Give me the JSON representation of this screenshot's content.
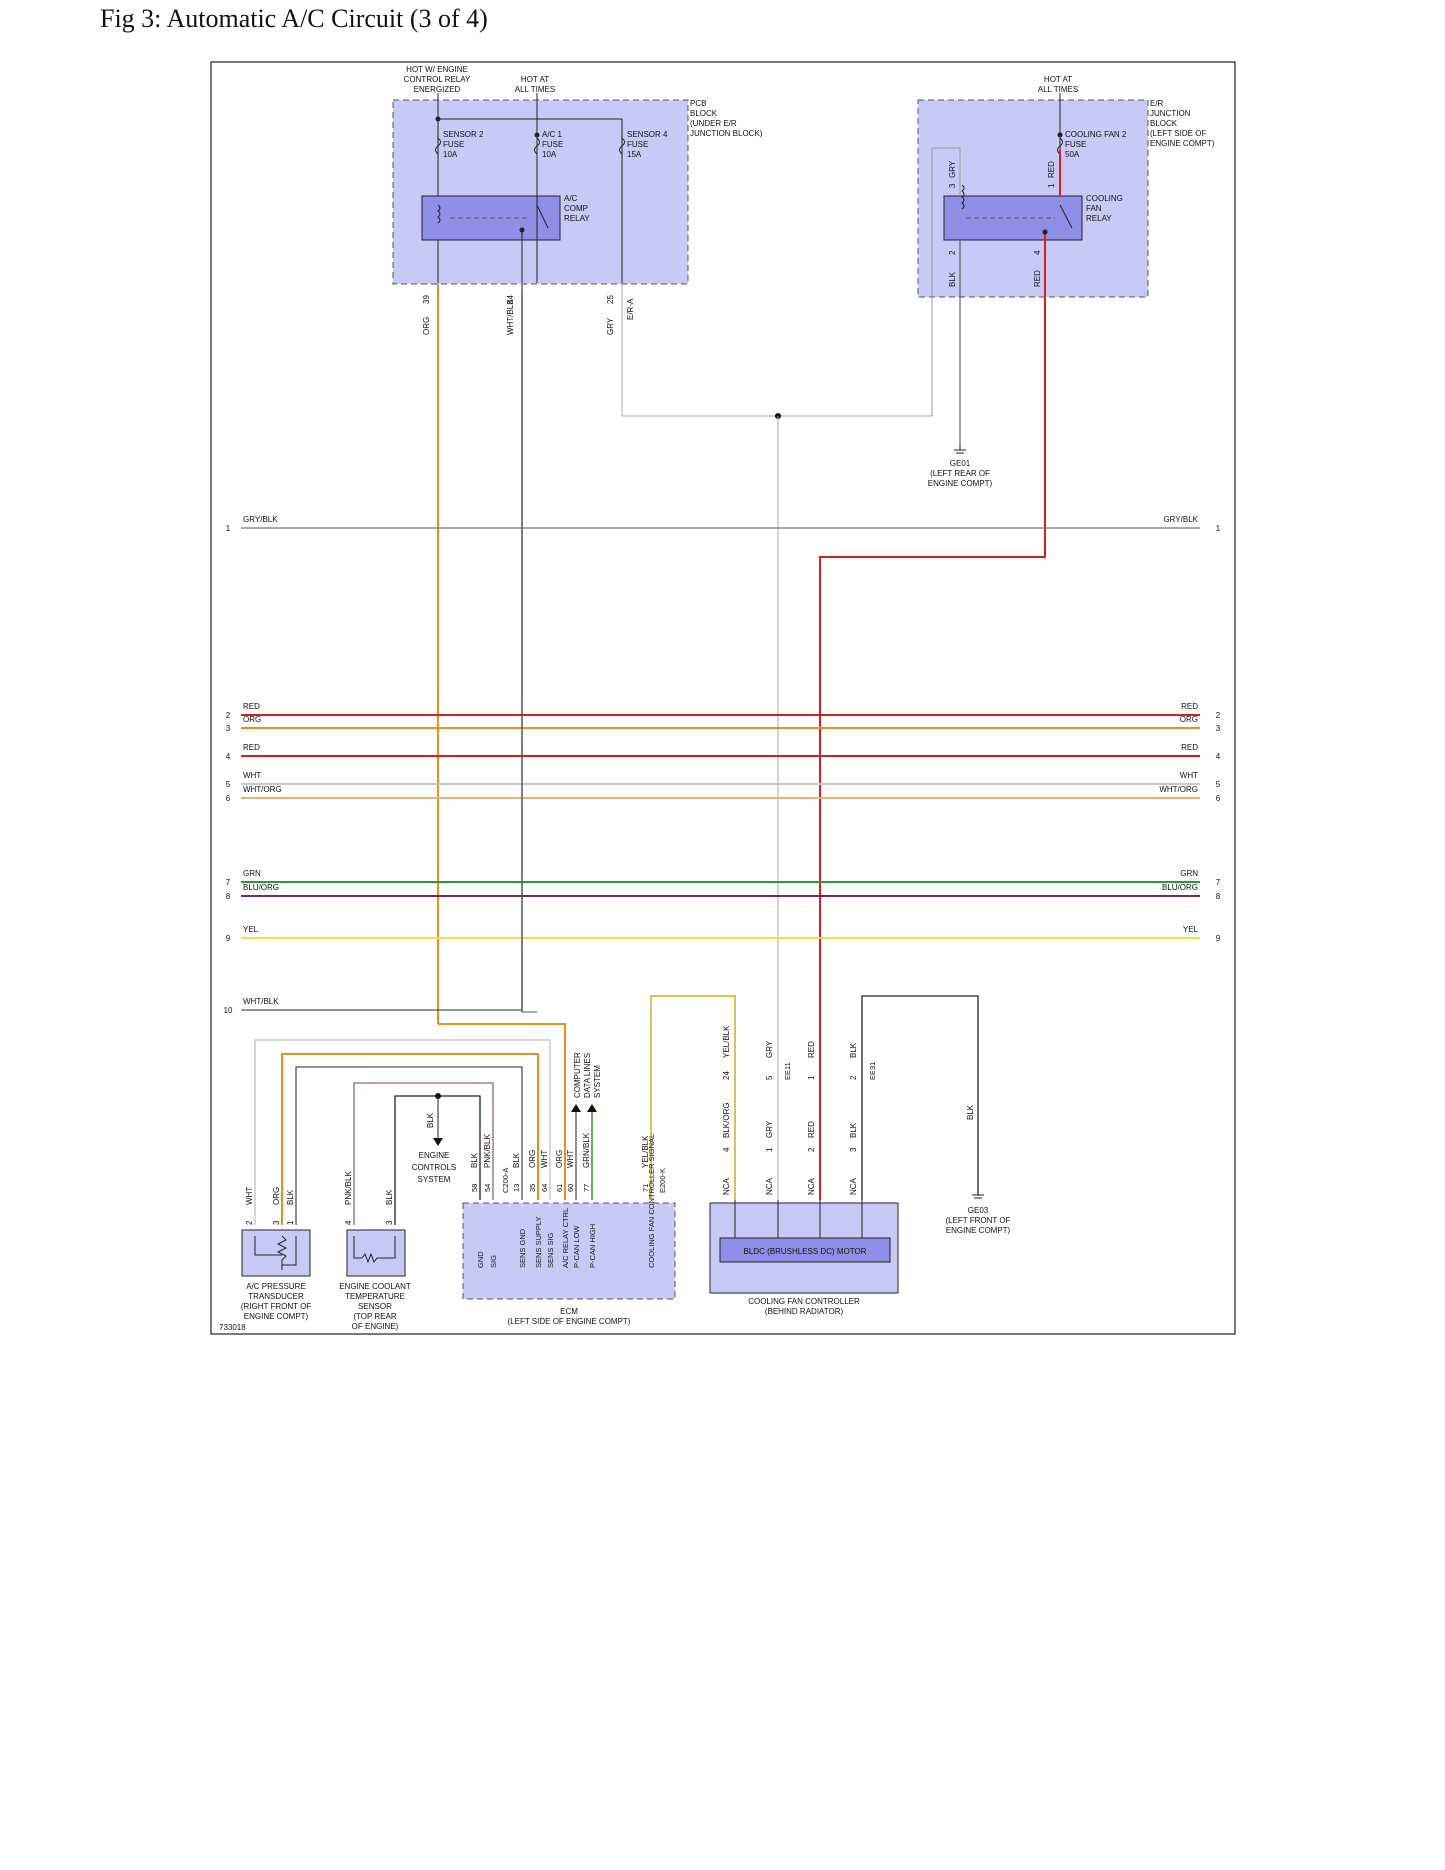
{
  "page": {
    "title": "Fig 3: Automatic A/C Circuit (3 of 4)"
  },
  "diagram": {
    "figure_number": "733018",
    "power_labels": {
      "hot_engine_relay": [
        "HOT W/ ENGINE",
        "CONTROL RELAY",
        "ENERGIZED"
      ],
      "hot_all_times_1": [
        "HOT AT",
        "ALL TIMES"
      ],
      "hot_all_times_2": [
        "HOT AT",
        "ALL TIMES"
      ]
    },
    "pcb_block": {
      "label": [
        "PCB",
        "BLOCK",
        "(UNDER E/R",
        "JUNCTION BLOCK)"
      ],
      "fuses": [
        {
          "name": [
            "SENSOR 2",
            "FUSE",
            "10A"
          ]
        },
        {
          "name": [
            "A/C 1",
            "FUSE",
            "10A"
          ]
        },
        {
          "name": [
            "SENSOR 4",
            "FUSE",
            "15A"
          ]
        }
      ],
      "relay": [
        "A/C",
        "COMP",
        "RELAY"
      ],
      "pins": [
        {
          "pin": "39",
          "color": "ORG"
        },
        {
          "pin": "34",
          "color": "WHT/BLK"
        },
        {
          "pin": "25",
          "color": "GRY",
          "connector": "E/R-A"
        }
      ]
    },
    "er_junction": {
      "label": [
        "E/R",
        "JUNCTION",
        "BLOCK",
        "(LEFT SIDE OF",
        "ENGINE COMPT)"
      ],
      "fuse": [
        "COOLING FAN 2",
        "FUSE",
        "50A"
      ],
      "relay": [
        "COOLING",
        "FAN",
        "RELAY"
      ],
      "pin_labels": {
        "p3": "3",
        "p3_color": "GRY",
        "p1": "1",
        "p1_color": "RED",
        "p2": "2",
        "p2_color": "BLK",
        "p4": "4",
        "p4_color": "RED"
      }
    },
    "grounds": {
      "ge01": [
        "GE01",
        "(LEFT REAR OF",
        "ENGINE COMPT)"
      ],
      "ge03": [
        "GE03",
        "(LEFT FRONT OF",
        "ENGINE COMPT)"
      ]
    },
    "buses": [
      {
        "num": "1",
        "label": "GRY/BLK",
        "color": "#777777"
      },
      {
        "num": "2",
        "label": "RED",
        "color": "#d42020"
      },
      {
        "num": "3",
        "label": "ORG",
        "color": "#e8901a"
      },
      {
        "num": "4",
        "label": "RED",
        "color": "#d42020"
      },
      {
        "num": "5",
        "label": "WHT",
        "color": "#c8c8c8"
      },
      {
        "num": "6",
        "label": "WHT/ORG",
        "color": "#e2b56a"
      },
      {
        "num": "7",
        "label": "GRN",
        "color": "#2a9a2a"
      },
      {
        "num": "8",
        "label": "BLU/ORG",
        "color": "#6a2a6a"
      },
      {
        "num": "9",
        "label": "YEL",
        "color": "#f0e040"
      },
      {
        "num": "10",
        "label": "WHT/BLK",
        "color": "#555555"
      }
    ],
    "engine_controls": [
      "ENGINE",
      "CONTROLS",
      "SYSTEM"
    ],
    "engine_controls_wire": "BLK",
    "computer_data": [
      "COMPUTER",
      "DATA LINES",
      "SYSTEM"
    ],
    "ecm": {
      "label": [
        "ECM",
        "(LEFT SIDE OF ENGINE COMPT)"
      ],
      "pins": [
        {
          "pin": "58",
          "color": "BLK",
          "func": "GND"
        },
        {
          "pin": "54",
          "color": "PNK/BLK",
          "func": "SIG"
        },
        {
          "pin": "13",
          "color": "BLK",
          "func": "SENS GND"
        },
        {
          "pin": "35",
          "color": "ORG",
          "func": "SENS SUPPLY"
        },
        {
          "pin": "64",
          "color": "WHT",
          "func": "SENS SIG"
        },
        {
          "pin": "61",
          "color": "ORG",
          "func": "A/C RELAY CTRL"
        },
        {
          "pin": "60",
          "color": "WHT",
          "func": "P-CAN LOW"
        },
        {
          "pin": "77",
          "color": "GRN/BLK",
          "func": "P-CAN HIGH"
        },
        {
          "pin": "71",
          "color": "YEL/BLK",
          "func": "COOLING FAN CONTROLLER SIGNAL"
        }
      ],
      "connector_a": "C200-A",
      "connector_k": "E200-K"
    },
    "ac_pressure": {
      "label": [
        "A/C PRESSURE",
        "TRANSDUCER",
        "(RIGHT FRONT OF",
        "ENGINE COMPT)"
      ],
      "pins": [
        {
          "pin": "2",
          "color": "WHT"
        },
        {
          "pin": "3",
          "color": "ORG"
        },
        {
          "pin": "1",
          "color": "BLK"
        }
      ]
    },
    "coolant_sensor": {
      "label": [
        "ENGINE COOLANT",
        "TEMPERATURE",
        "SENSOR",
        "(TOP REAR",
        "OF ENGINE)"
      ],
      "pins": [
        {
          "pin": "4",
          "color": "PNK/BLK"
        },
        {
          "pin": "3",
          "color": "BLK"
        }
      ]
    },
    "fan_controller": {
      "label": [
        "COOLING FAN CONTROLLER",
        "(BEHIND RADIATOR)"
      ],
      "motor": "BLDC (BRUSHLESS DC) MOTOR",
      "upper_pins": [
        {
          "pin": "24",
          "color": "YEL/BLK"
        },
        {
          "pin": "5",
          "color": "GRY"
        },
        {
          "pin": "1",
          "color": "RED"
        },
        {
          "pin": "2",
          "color": "BLK"
        }
      ],
      "upper_connector": "EE11",
      "upper_connector_2": "EE31",
      "lower_pins": [
        {
          "pin": "4",
          "color": "BLK/ORG"
        },
        {
          "pin": "1",
          "color": "GRY"
        },
        {
          "pin": "2",
          "color": "RED"
        },
        {
          "pin": "3",
          "color": "BLK"
        }
      ],
      "nca": "NCA",
      "ground_wire": "BLK"
    }
  }
}
